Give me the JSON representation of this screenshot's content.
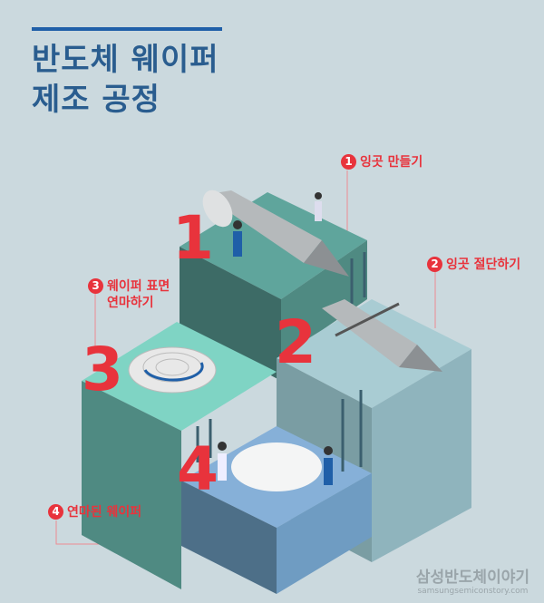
{
  "title": {
    "line1": "반도체 웨이퍼",
    "line2": "제조 공정"
  },
  "steps": [
    {
      "number": "1",
      "label": "잉곳 만들기"
    },
    {
      "number": "2",
      "label": "잉곳 절단하기"
    },
    {
      "number": "3",
      "label_line1": "웨이퍼 표면",
      "label_line2": "연마하기"
    },
    {
      "number": "4",
      "label": "연마된 웨이퍼"
    }
  ],
  "brand": {
    "name": "삼성반도체이야기",
    "url": "samsungsemiconstory.com"
  },
  "colors": {
    "background": "#cbd9de",
    "title": "#2a5d8f",
    "accent": "#e8333c"
  }
}
